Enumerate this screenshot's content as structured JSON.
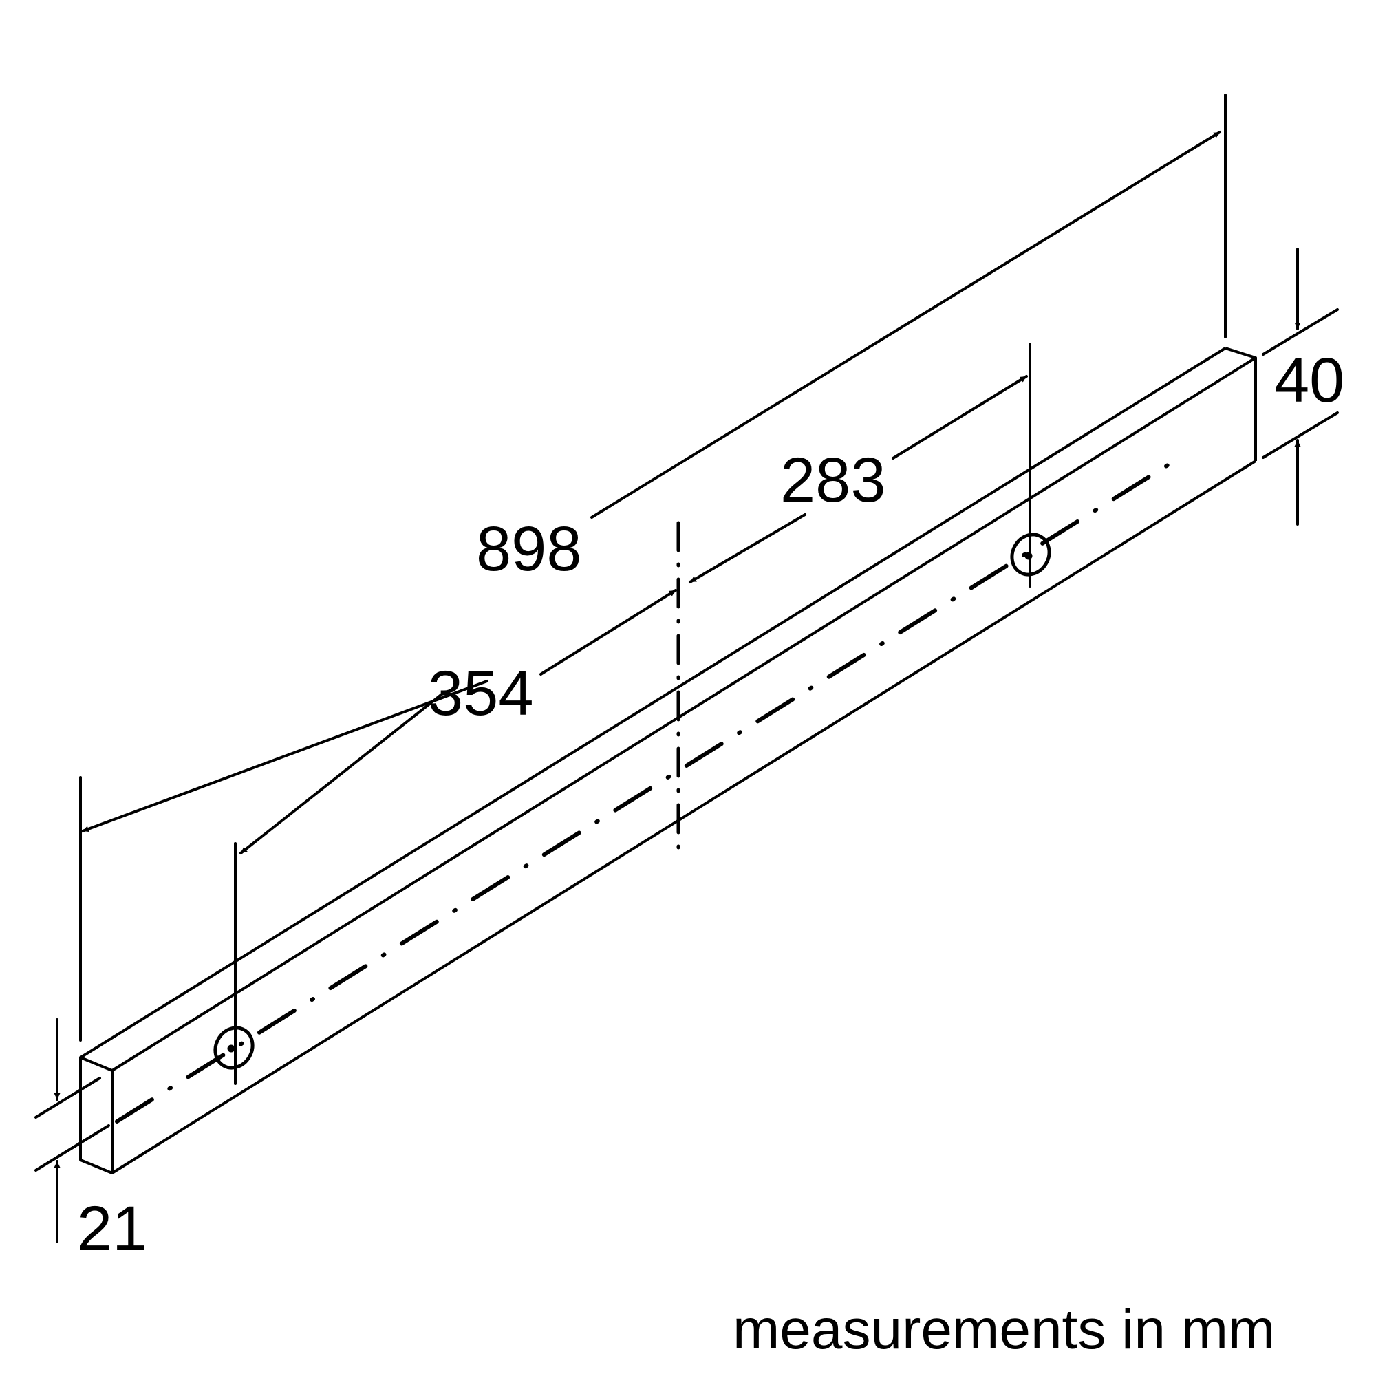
{
  "diagram": {
    "type": "dimension-drawing",
    "subject": "rectangular bar with two mounting holes (isometric view)",
    "line_color": "#000000",
    "background": "#ffffff"
  },
  "dimensions": {
    "overall_length": "898",
    "left_hole_to_center": "354",
    "center_to_right_hole": "283",
    "height": "40",
    "depth": "21"
  },
  "note": {
    "units": "measurements in mm"
  }
}
